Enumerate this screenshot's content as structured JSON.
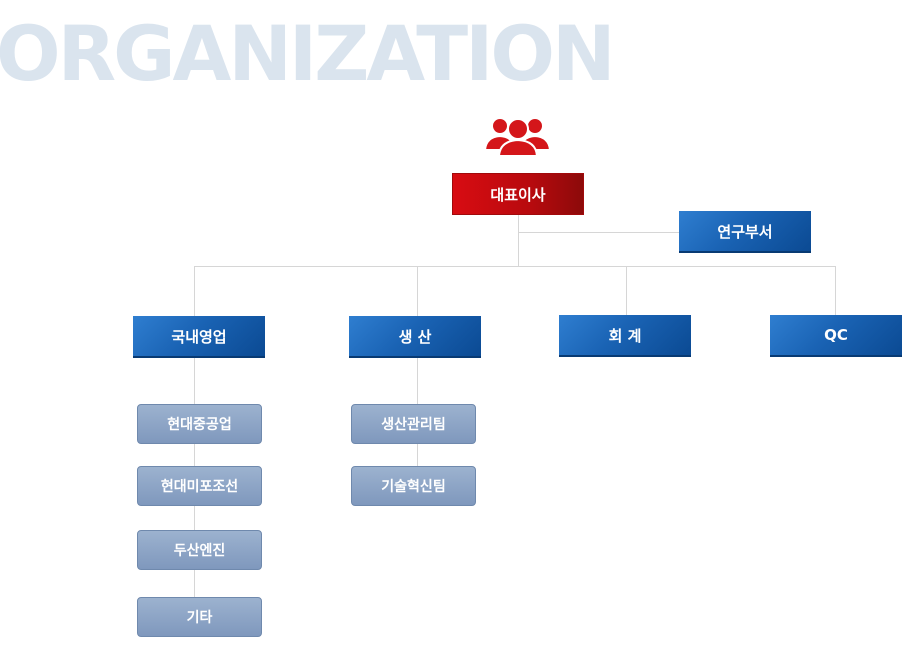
{
  "title": "ORGANIZATION",
  "icon": "people-group-icon",
  "colors": {
    "ceo": "#c40a10",
    "dept": "#1a63b4",
    "sub": "#8aa2c5",
    "title": "#dae4ee",
    "line": "#d6d6d6"
  },
  "ceo": {
    "label": "대표이사"
  },
  "research": {
    "label": "연구부서"
  },
  "departments": [
    {
      "label": "국내영업"
    },
    {
      "label": "생 산"
    },
    {
      "label": "회 계"
    },
    {
      "label": "QC"
    }
  ],
  "sales_units": [
    {
      "label": "현대중공업"
    },
    {
      "label": "현대미포조선"
    },
    {
      "label": "두산엔진"
    },
    {
      "label": "기타"
    }
  ],
  "production_units": [
    {
      "label": "생산관리팀"
    },
    {
      "label": "기술혁신팀"
    }
  ]
}
